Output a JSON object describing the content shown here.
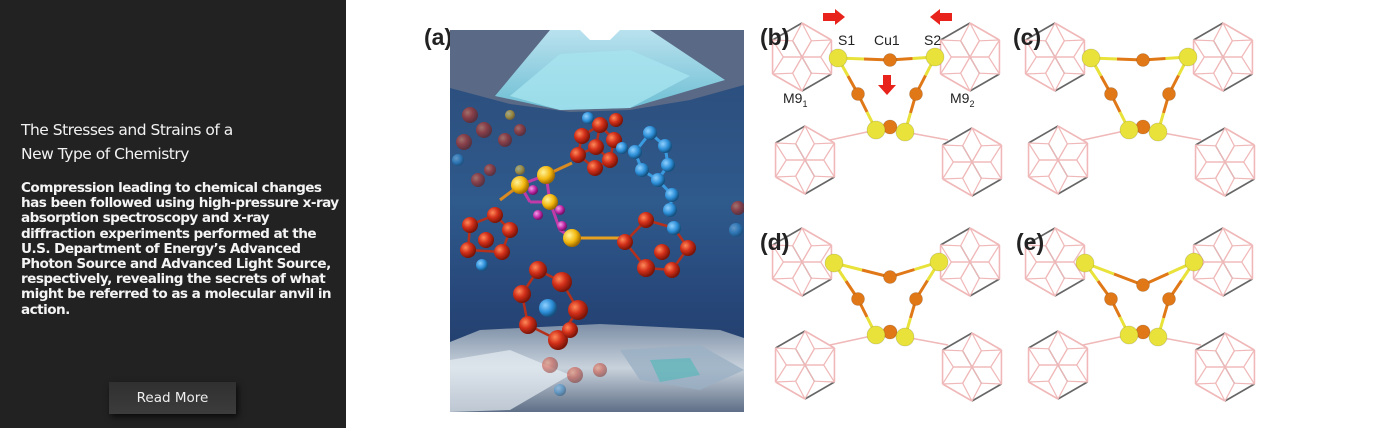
{
  "slide": {
    "title": "The Stresses and Strains of a\n New Type of Chemistry",
    "body": "Compression leading to chemical changes has been followed using high-pressure x-ray absorption spectroscopy and x-ray diffraction experiments performed at the U.S. Department of Energy’s Advanced Photon Source and Advanced Light Source, respectively, revealing the secrets of what might be referred to as a molecular anvil in action.",
    "button_label": "Read More",
    "colors": {
      "panel_bg": "#222222",
      "text": "#f2f2f2",
      "button_bg": "#363636"
    }
  },
  "figure": {
    "panels": [
      {
        "id": "a",
        "label": "(a)",
        "kind": "illustration",
        "description": "molecules compressed between diamond anvils"
      },
      {
        "id": "b",
        "label": "(b)",
        "kind": "structure"
      },
      {
        "id": "c",
        "label": "(c)",
        "kind": "structure"
      },
      {
        "id": "d",
        "label": "(d)",
        "kind": "structure"
      },
      {
        "id": "e",
        "label": "(e)",
        "kind": "structure"
      }
    ],
    "atom_labels": {
      "s1": "S1",
      "cu1": "Cu1",
      "s2": "S2",
      "m9_left": "M9",
      "m9_left_sub": "1",
      "m9_right": "M9",
      "m9_right_sub": "2"
    },
    "colors": {
      "sulfur": "#e8e23a",
      "copper": "#e07818",
      "cage": "#f0b8b8",
      "cage_dark": "#666666",
      "arrow": "#e8231c"
    }
  }
}
